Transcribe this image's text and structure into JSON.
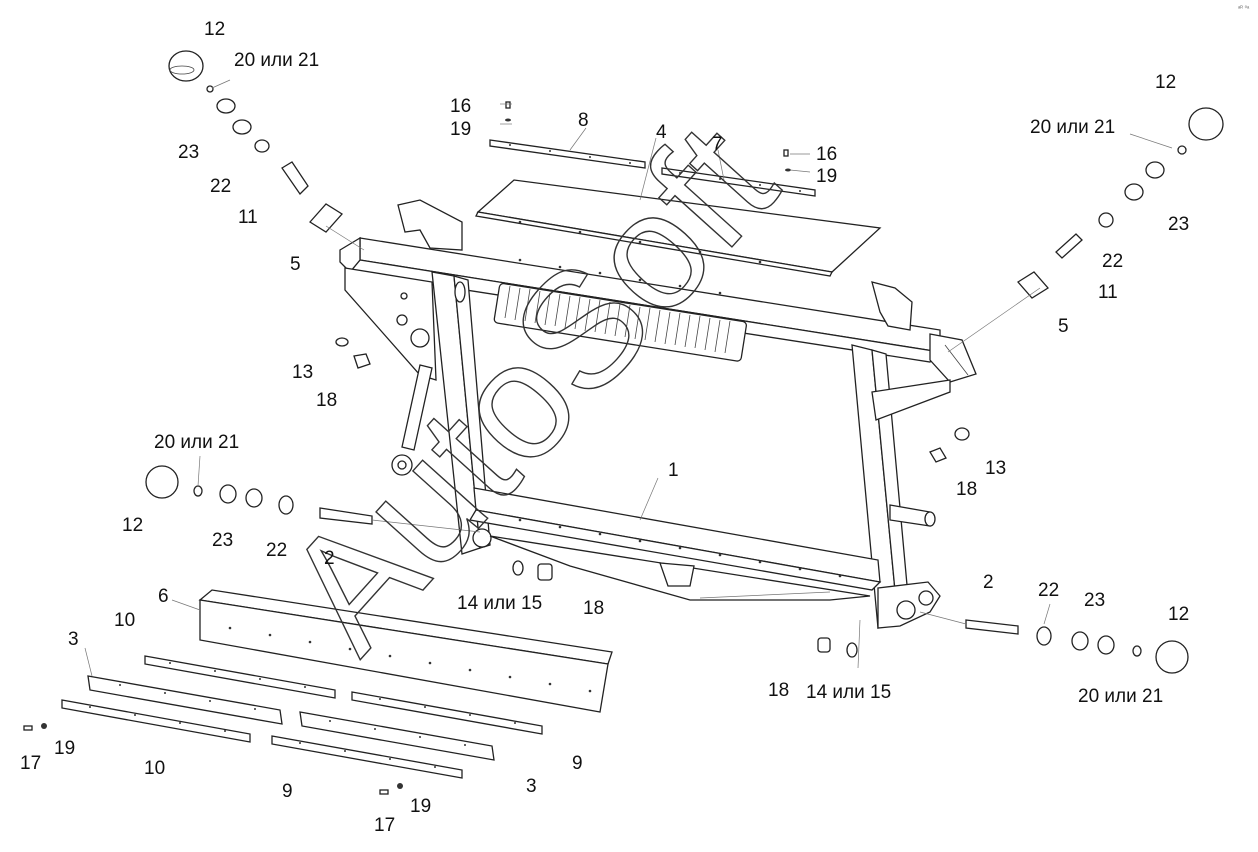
{
  "watermark": "AutoSoft",
  "corner_mark": "ᵃᴿ ⁰ᵃ",
  "labels": {
    "p1": "1",
    "p2a": "2",
    "p2b": "2",
    "p3a": "3",
    "p3b": "3",
    "p4": "4",
    "p5a": "5",
    "p5b": "5",
    "p6": "6",
    "p7": "7",
    "p8": "8",
    "p9a": "9",
    "p9b": "9",
    "p10a": "10",
    "p10b": "10",
    "p11a": "11",
    "p11b": "11",
    "p12a": "12",
    "p12b": "12",
    "p12c": "12",
    "p12d": "12",
    "p13a": "13",
    "p13b": "13",
    "p14a": "14 или 15",
    "p14b": "14 или 15",
    "p16a": "16",
    "p16b": "16",
    "p17a": "17",
    "p17b": "17",
    "p18a": "18",
    "p18b": "18",
    "p18c": "18",
    "p18d": "18",
    "p19a": "19",
    "p19b": "19",
    "p19c": "19",
    "p19d": "19",
    "p20a": "20 или 21",
    "p20b": "20 или 21",
    "p20c": "20 или 21",
    "p20d": "20 или 21",
    "p22a": "22",
    "p22b": "22",
    "p22c": "22",
    "p22d": "22",
    "p23a": "23",
    "p23b": "23",
    "p23c": "23",
    "p23d": "23"
  }
}
